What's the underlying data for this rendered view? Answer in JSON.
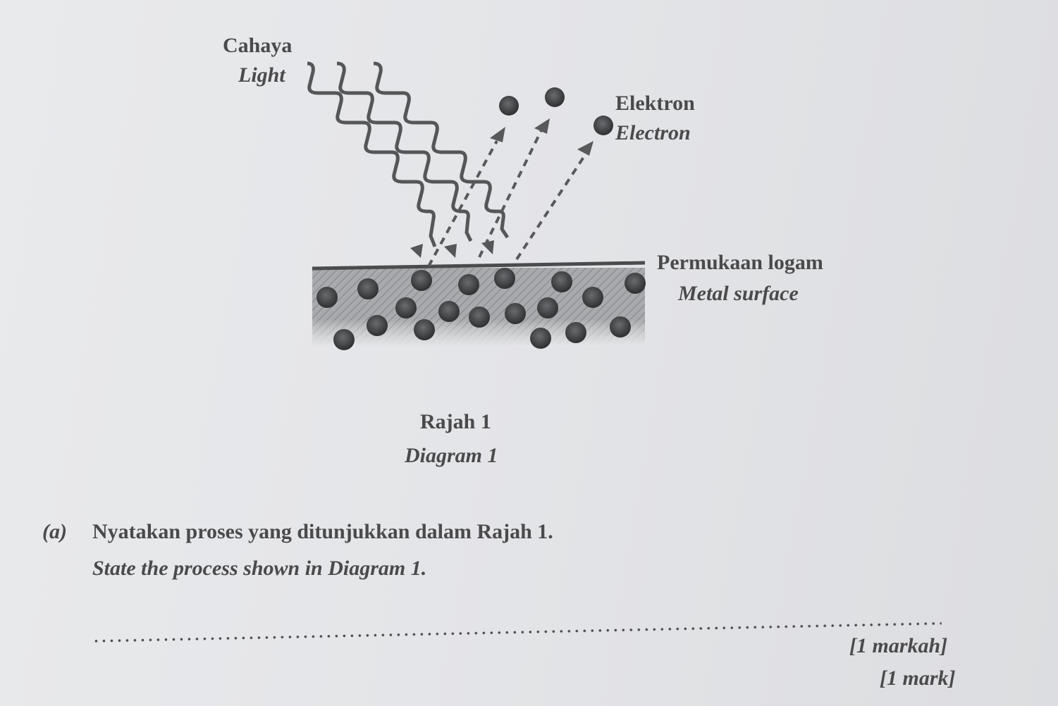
{
  "diagram": {
    "light_label_ms": "Cahaya",
    "light_label_en": "Light",
    "electron_label_ms": "Elektron",
    "electron_label_en": "Electron",
    "metal_label_ms": "Permukaan logam",
    "metal_label_en": "Metal surface",
    "caption_ms": "Rajah 1",
    "caption_en": "Diagram 1"
  },
  "question": {
    "part": "(a)",
    "text_ms": "Nyatakan proses yang ditunjukkan dalam Rajah 1.",
    "text_en": "State the process shown in Diagram 1.",
    "answer_value": "",
    "marks_ms": "[1 markah]",
    "marks_en": "[1 mark]"
  }
}
